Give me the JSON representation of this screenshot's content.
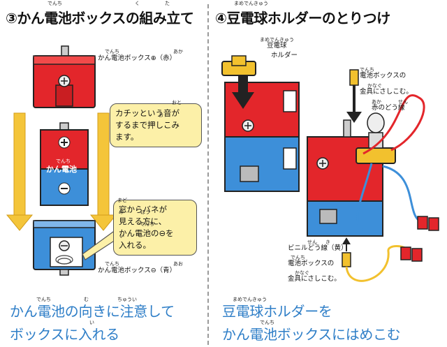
{
  "step3": {
    "title": "③かん電池ボックスの組み立て",
    "ruby": [
      "でんち",
      "く",
      "た"
    ],
    "box_red_label": "かん電池ボックス⊕（赤）",
    "box_red_ruby": [
      "でんち",
      "あか"
    ],
    "battery_label": "かん電池",
    "battery_ruby": "でんち",
    "bubble1": [
      "カチッという音が",
      "するまで押しこみ",
      "ます。"
    ],
    "bubble1_ruby": [
      "おと",
      "お"
    ],
    "bubble2": [
      "窓からバネが",
      "見える方に、",
      "かん電池の⊖を",
      "入れる。"
    ],
    "bubble2_ruby": [
      "まど",
      "み",
      "ほう",
      "でんち",
      "い"
    ],
    "box_blue_label": "かん電池ボックス⊖（青）",
    "box_blue_ruby": [
      "でんち",
      "あお"
    ],
    "caption_line1": "かん電池の向きに注意して",
    "caption_line2": "ボックスに入れる",
    "caption_ruby": [
      "でんち",
      "む",
      "ちゅうい",
      "い"
    ]
  },
  "step4": {
    "title": "④豆電球ホルダーのとりつけ",
    "title_ruby": "まめでんきゅう",
    "holder_label": [
      "豆電球",
      "ホルダー"
    ],
    "holder_ruby": "まめでんきゅう",
    "red_wire_label": [
      "電池ボックスの",
      "金具にさしこむ。",
      "赤のどう線"
    ],
    "red_wire_ruby": [
      "でんち",
      "かなぐ",
      "あか",
      "せん"
    ],
    "yellow_wire_label": [
      "ビニルどう線（黄）",
      "電池ボックスの",
      "金具にさしこむ。"
    ],
    "yellow_wire_ruby": [
      "せん",
      "き",
      "でんち",
      "かなぐ"
    ],
    "caption_line1": "豆電球ホルダーを",
    "caption_line2": "かん電池ボックスにはめこむ",
    "caption_ruby": [
      "まめでんきゅう",
      "でんち"
    ]
  },
  "colors": {
    "red": "#e3262b",
    "blue": "#3d8fd9",
    "yellow": "#f2c12e",
    "arrow_yellow": "#f4c53a",
    "bubble": "#fcf0a8",
    "caption_blue": "#2e7ec7"
  }
}
